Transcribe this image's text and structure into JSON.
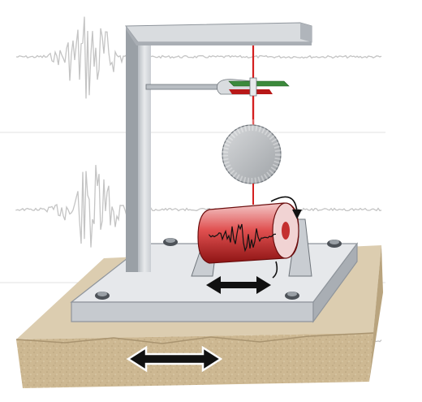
{
  "diagram": {
    "subject": "seismograph-illustration",
    "colors": {
      "background": "#ffffff",
      "trace": "#c9c9c9",
      "gridline": "#dedede",
      "frame": "#d3d6da",
      "frame_shadow": "#8f959c",
      "base_plate": "#e2e4e7",
      "ground_top": "#d8c8a8",
      "ground_side": "#cdb892",
      "red_wire": "#d42020",
      "pen_green": "#3c8a3c",
      "pen_red": "#b81818",
      "mass": "#b9bcbf",
      "drum": "#d63a3a",
      "arrow": "#111111"
    },
    "icons": [
      "frame",
      "suspended-mass",
      "recording-drum",
      "motion-arrow",
      "ground-motion-arrow",
      "bolt"
    ]
  }
}
